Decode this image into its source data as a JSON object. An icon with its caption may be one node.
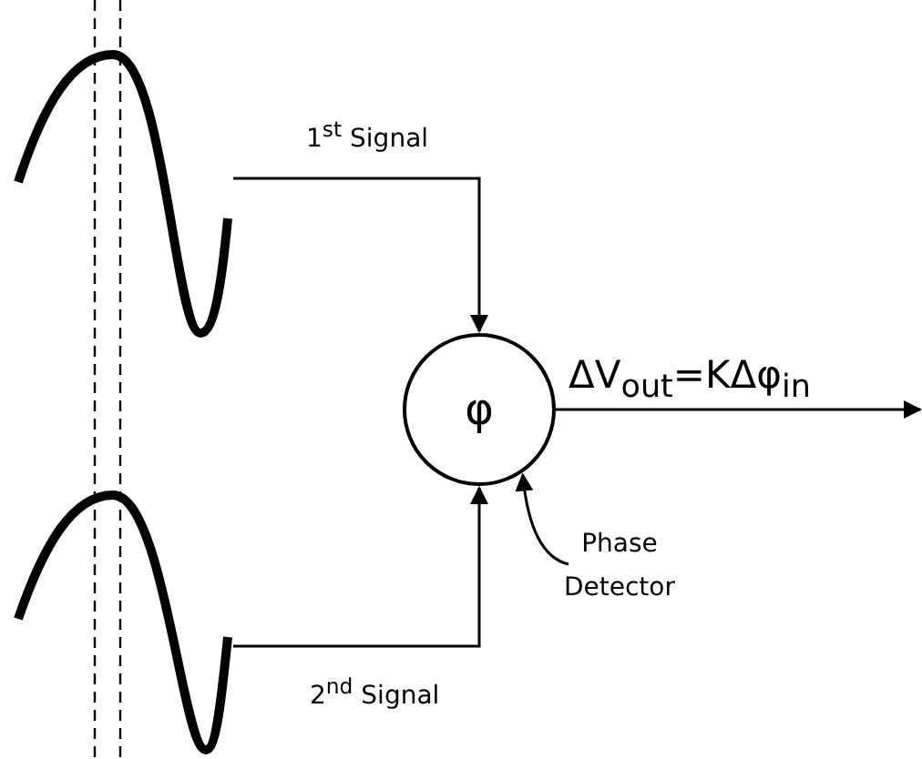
{
  "diagram": {
    "nodes": [
      {
        "text": [],
        "shape": "picture"
      },
      {
        "text": [],
        "shape": "picture"
      },
      {
        "text": [
          "φ"
        ]
      },
      {
        "text": [
          "Phase Detector"
        ]
      }
    ],
    "edges": [
      {
        "from": 0,
        "to": 2,
        "arrow": "to",
        "label": "1$^{st}$ Signal"
      },
      {
        "from": 1,
        "to": 2,
        "arrow": "to",
        "label": "2$^{nd}$ Signal"
      },
      {
        "from": 2,
        "to": null,
        "arrow": "to",
        "label": "ΔV$_{out}$=KΔφ$_{in}$"
      },
      {
        "from": 3,
        "to": 2,
        "arrow": "to"
      }
    ]
  }
}
